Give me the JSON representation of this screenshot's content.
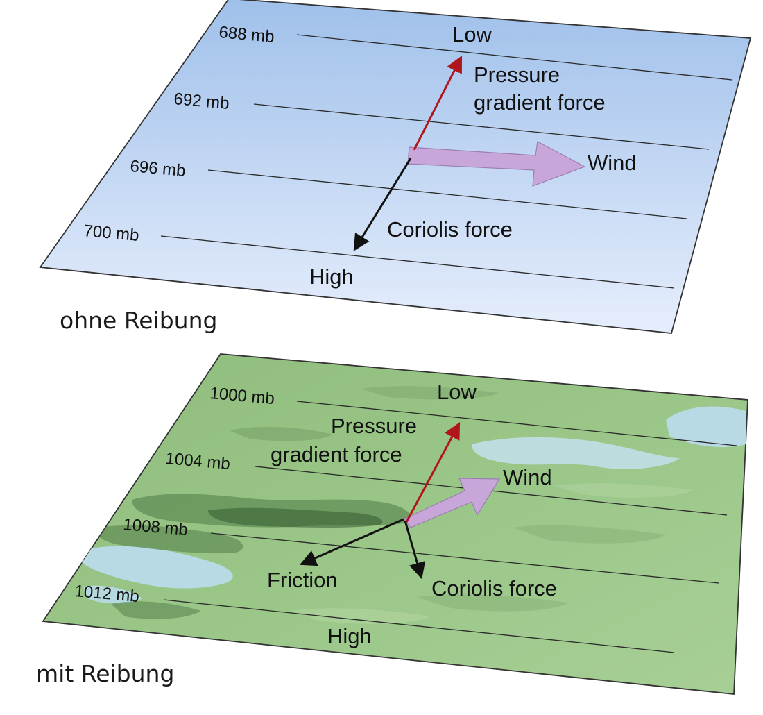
{
  "top_panel": {
    "isobars": [
      "688 mb",
      "692 mb",
      "696 mb",
      "700 mb"
    ],
    "low": "Low",
    "high": "High",
    "pgf_line1": "Pressure",
    "pgf_line2": "gradient force",
    "wind": "Wind",
    "coriolis": "Coriolis force",
    "caption": "ohne Reibung",
    "colors": {
      "panel_top": "#9fc0ea",
      "panel_bottom": "#e6eefc",
      "pgf_arrow": "#b0151b",
      "wind_arrow": "#c8a6d9"
    }
  },
  "bottom_panel": {
    "isobars": [
      "1000 mb",
      "1004 mb",
      "1008 mb",
      "1012 mb"
    ],
    "low": "Low",
    "high": "High",
    "pgf_line1": "Pressure",
    "pgf_line2": "gradient force",
    "wind": "Wind",
    "friction": "Friction",
    "coriolis": "Coriolis force",
    "caption": "mit Reibung",
    "colors": {
      "terrain": "#8fbf7e",
      "water": "#b8dbe9",
      "pgf_arrow": "#b0151b",
      "wind_arrow": "#c8a6d9"
    }
  }
}
